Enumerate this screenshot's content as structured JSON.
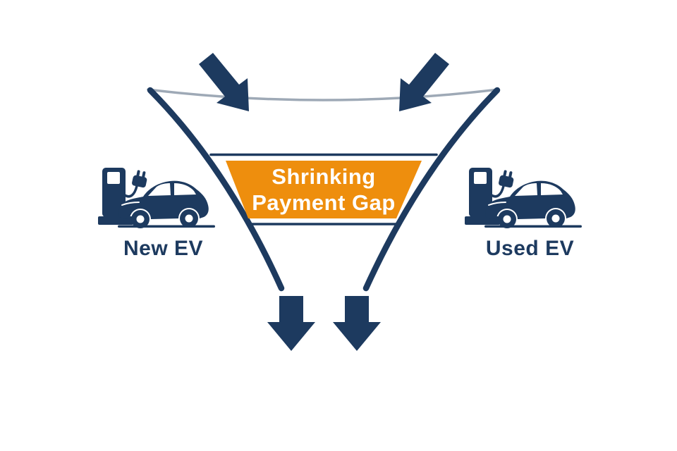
{
  "diagram": {
    "type": "funnel-infographic",
    "colors": {
      "navy": "#1D3A5F",
      "orange": "#EE8E0D",
      "rim": "#9EA9B6",
      "band_text": "#FFFFFF",
      "background": "#FFFFFF"
    },
    "band": {
      "line1": "Shrinking",
      "line2": "Payment Gap"
    },
    "sides": [
      {
        "label": "New EV",
        "icon": "charging-station-ev-car-icon"
      },
      {
        "label": "Used EV",
        "icon": "charging-station-ev-car-icon"
      }
    ],
    "flow_icons": {
      "top_left": "arrow-down-right-icon",
      "top_right": "arrow-down-left-icon",
      "bottom_left": "arrow-down-icon",
      "bottom_right": "arrow-down-icon"
    }
  }
}
